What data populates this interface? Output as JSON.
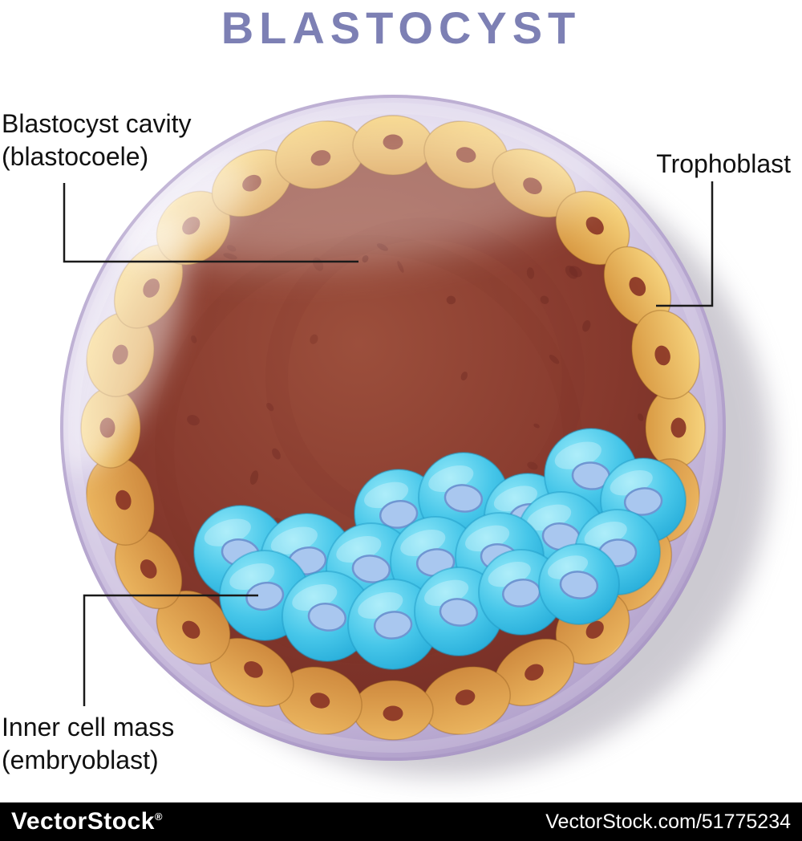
{
  "title": "BLASTOCYST",
  "labels": {
    "cavity_line1": "Blastocyst cavity",
    "cavity_line2": "(blastocoele)",
    "trophoblast": "Trophoblast",
    "icm_line1": "Inner cell mass",
    "icm_line2": "(embryoblast)"
  },
  "footer": {
    "brand": "VectorStock",
    "brand_reg": "®",
    "watermark": "VectorStock.com/51775234"
  },
  "colors": {
    "title_text": "#7d80b4",
    "label_text": "#111111",
    "pointer_line": "#1a1a1a",
    "membrane_light": "#ece7f4",
    "membrane_mid": "#d7cde7",
    "membrane_dark": "#a795c3",
    "cavity_center": "#9c4f3c",
    "cavity_mid": "#86392d",
    "cavity_edge": "#6f2a23",
    "trophoblast_light": "#f6d37d",
    "trophoblast_dark": "#d99a43",
    "trophoblast_deep": "#cf8a3e",
    "trophoblast_nucleus": "#8a3526",
    "icm_light": "#8fe7f8",
    "icm_mid": "#46c6e9",
    "icm_dark": "#22a9d7",
    "icm_edge": "#1d96c4",
    "icm_nucleus": "#a9c7ef",
    "icm_nucleus_edge": "#6f96d2",
    "footer_bg": "#000000",
    "footer_text": "#ffffff"
  }
}
